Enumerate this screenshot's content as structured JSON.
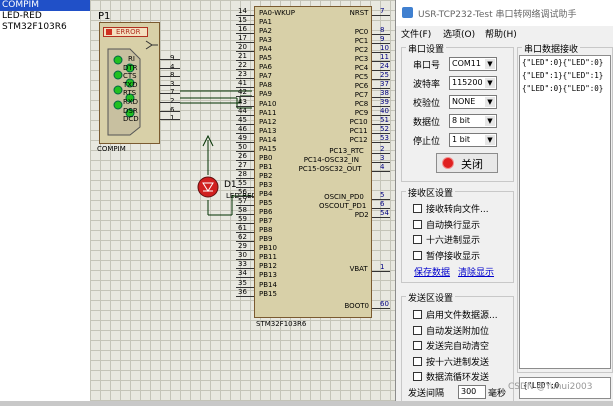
{
  "library": {
    "items": [
      "COMPIM",
      "LED-RED",
      "STM32F103R6"
    ],
    "selected": 0
  },
  "schematic": {
    "connector": {
      "ref": "P1",
      "name": "COMPIM",
      "error_label": "ERROR",
      "pins": [
        {
          "name": "RI",
          "num": "9"
        },
        {
          "name": "DTR",
          "num": "4"
        },
        {
          "name": "CTS",
          "num": "8"
        },
        {
          "name": "TXD",
          "num": "3"
        },
        {
          "name": "RTS",
          "num": "7"
        },
        {
          "name": "RXD",
          "num": "2"
        },
        {
          "name": "DSR",
          "num": "6"
        },
        {
          "name": "DCD",
          "num": "1"
        }
      ]
    },
    "led": {
      "ref": "D1",
      "name": "LED-RED"
    },
    "mcu": {
      "name": "STM32F103R6",
      "left_pins": [
        {
          "name": "PA0-WKUP",
          "num": "14"
        },
        {
          "name": "PA1",
          "num": "15"
        },
        {
          "name": "PA2",
          "num": "16"
        },
        {
          "name": "PA3",
          "num": "17"
        },
        {
          "name": "PA4",
          "num": "20"
        },
        {
          "name": "PA5",
          "num": "21"
        },
        {
          "name": "PA6",
          "num": "22"
        },
        {
          "name": "PA7",
          "num": "23"
        },
        {
          "name": "PA8",
          "num": "41"
        },
        {
          "name": "PA9",
          "num": "42"
        },
        {
          "name": "PA10",
          "num": "43"
        },
        {
          "name": "PA11",
          "num": "44"
        },
        {
          "name": "PA12",
          "num": "45"
        },
        {
          "name": "PA13",
          "num": "46"
        },
        {
          "name": "PA14",
          "num": "49"
        },
        {
          "name": "PA15",
          "num": "50"
        },
        {
          "name": "PB0",
          "num": "26"
        },
        {
          "name": "PB1",
          "num": "27"
        },
        {
          "name": "PB2",
          "num": "28"
        },
        {
          "name": "PB3",
          "num": "55"
        },
        {
          "name": "PB4",
          "num": "56"
        },
        {
          "name": "PB5",
          "num": "57"
        },
        {
          "name": "PB6",
          "num": "58"
        },
        {
          "name": "PB7",
          "num": "59"
        },
        {
          "name": "PB8",
          "num": "61"
        },
        {
          "name": "PB9",
          "num": "62"
        },
        {
          "name": "PB10",
          "num": "29"
        },
        {
          "name": "PB11",
          "num": "30"
        },
        {
          "name": "PB12",
          "num": "33"
        },
        {
          "name": "PB13",
          "num": "34"
        },
        {
          "name": "PB14",
          "num": "35"
        },
        {
          "name": "PB15",
          "num": "36"
        }
      ],
      "right_pins": [
        {
          "name": "NRST",
          "num": "7"
        },
        {
          "name": "PC0",
          "num": "8"
        },
        {
          "name": "PC1",
          "num": "9"
        },
        {
          "name": "PC2",
          "num": "10"
        },
        {
          "name": "PC3",
          "num": "11"
        },
        {
          "name": "PC4",
          "num": "24"
        },
        {
          "name": "PC5",
          "num": "25"
        },
        {
          "name": "PC6",
          "num": "37"
        },
        {
          "name": "PC7",
          "num": "38"
        },
        {
          "name": "PC8",
          "num": "39"
        },
        {
          "name": "PC9",
          "num": "40"
        },
        {
          "name": "PC10",
          "num": "51"
        },
        {
          "name": "PC11",
          "num": "52"
        },
        {
          "name": "PC12",
          "num": "53"
        },
        {
          "name": "PC13_RTC",
          "num": "2"
        },
        {
          "name": "PC14-OSC32_IN",
          "num": "3"
        },
        {
          "name": "PC15-OSC32_OUT",
          "num": "4"
        },
        {
          "name": "OSCIN_PD0",
          "num": "5"
        },
        {
          "name": "OSCOUT_PD1",
          "num": "6"
        },
        {
          "name": "PD2",
          "num": "54"
        },
        {
          "name": "VBAT",
          "num": "1"
        },
        {
          "name": "BOOT0",
          "num": "60"
        }
      ]
    }
  },
  "tool": {
    "title": "USR-TCP232-Test 串口转网络调试助手",
    "menus": [
      "文件(F)",
      "选项(O)",
      "帮助(H)"
    ],
    "serial_group": {
      "title": "串口设置",
      "fields": [
        {
          "label": "串口号",
          "value": "COM11"
        },
        {
          "label": "波特率",
          "value": "115200"
        },
        {
          "label": "校验位",
          "value": "NONE"
        },
        {
          "label": "数据位",
          "value": "8 bit"
        },
        {
          "label": "停止位",
          "value": "1 bit"
        }
      ],
      "close_button": "关闭"
    },
    "recv_settings": {
      "title": "接收区设置",
      "checks": [
        "接收转向文件...",
        "自动换行显示",
        "十六进制显示",
        "暂停接收显示"
      ],
      "save_link": "保存数据",
      "clear_link": "清除显示"
    },
    "send_settings": {
      "title": "发送区设置",
      "checks": [
        "启用文件数据源...",
        "自动发送附加位",
        "发送完自动清空",
        "按十六进制发送",
        "数据流循环发送"
      ],
      "interval_label": "发送间隔",
      "interval_value": "300",
      "interval_unit": "毫秒"
    },
    "recv_area": {
      "title": "串口数据接收",
      "lines": [
        "{\"LED\":0}{\"LED\":0}",
        "{\"LED\":1}{\"LED\":1}",
        "{\"LED\":0}{\"LED\":0}"
      ]
    },
    "send_preview": "{\"LED\":0",
    "watermark": "CSDN @Yunui2003"
  }
}
